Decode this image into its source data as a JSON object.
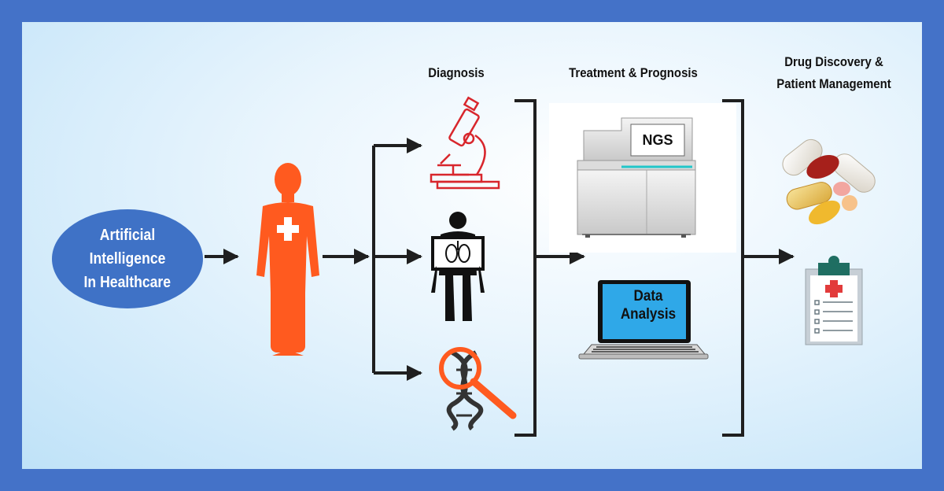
{
  "ai_node": {
    "line1": "Artificial",
    "line2": "Intelligence",
    "line3": "In Healthcare"
  },
  "headers": {
    "diagnosis": "Diagnosis",
    "treatment": "Treatment & Prognosis",
    "drug_line1": "Drug Discovery &",
    "drug_line2": "Patient Management"
  },
  "ngs_label": "NGS",
  "data_analysis": {
    "line1": "Data",
    "line2": "Analysis"
  },
  "colors": {
    "border": "#4472c8",
    "node": "#3f72c6",
    "accent": "#ff5a1f",
    "arrow": "#1f1f1f"
  }
}
